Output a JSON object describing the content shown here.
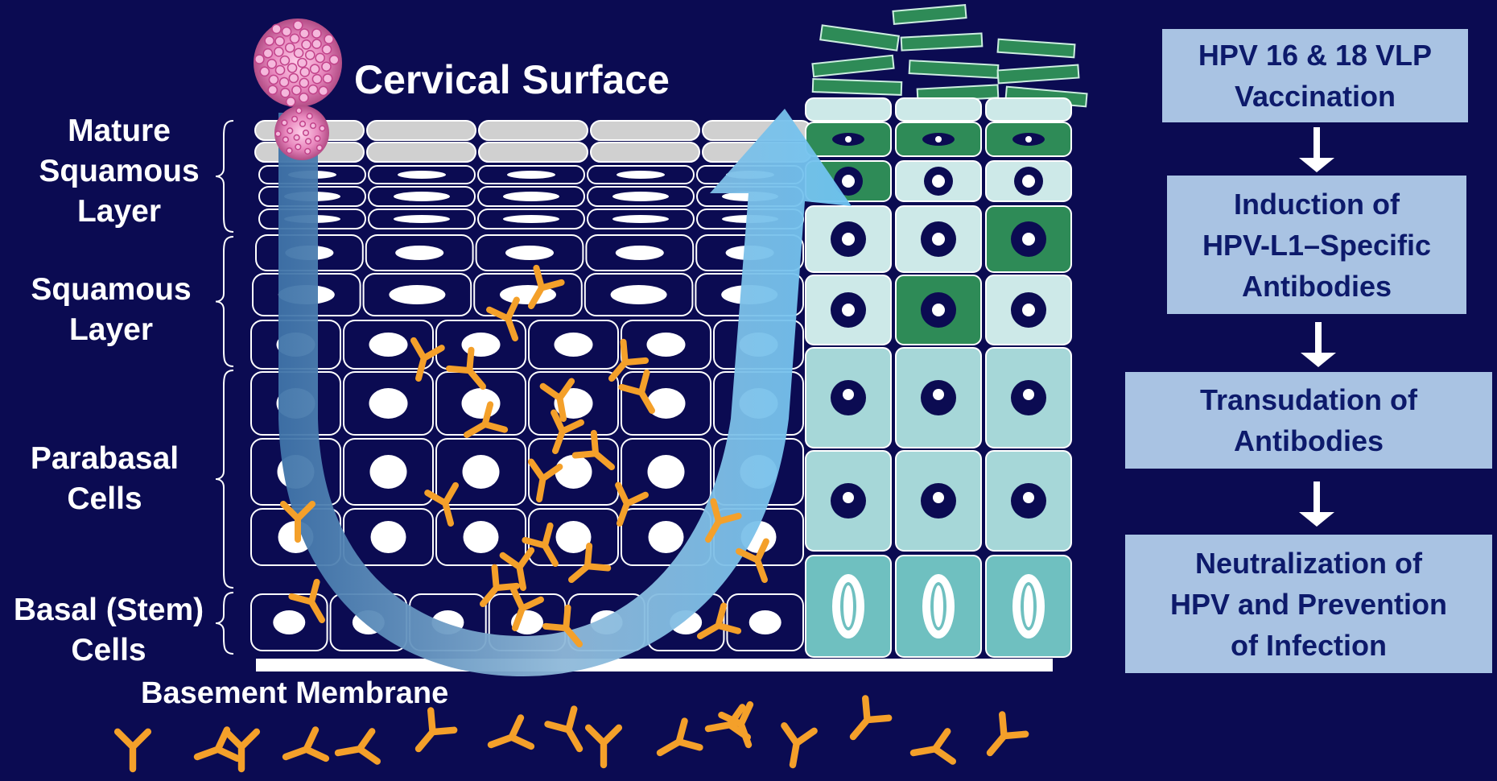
{
  "title": "Cervical Surface",
  "bottom_label": "Basement Membrane",
  "layers": [
    {
      "lines": [
        "Mature",
        "Squamous",
        "Layer"
      ]
    },
    {
      "lines": [
        "Squamous",
        "Layer"
      ]
    },
    {
      "lines": [
        "Parabasal",
        "Cells"
      ]
    },
    {
      "lines": [
        "Basal (Stem)",
        "Cells"
      ]
    }
  ],
  "steps": [
    {
      "lines": [
        "HPV 16 & 18 VLP",
        "Vaccination"
      ]
    },
    {
      "lines": [
        "Induction of",
        "HPV-L1–Specific",
        "Antibodies"
      ]
    },
    {
      "lines": [
        "Transudation of",
        "Antibodies"
      ]
    },
    {
      "lines": [
        "Neutralization of",
        "HPV and Prevention",
        "of Infection"
      ]
    }
  ],
  "colors": {
    "background": "#0b0b52",
    "cell_fill": "#0b0b52",
    "cell_stroke": "#ffffff",
    "antibody": "#f4a02a",
    "infected_green": "#2e8b57",
    "healthy_cell": "#cde9e8",
    "basal_cell": "#6fc0c0",
    "arrow_dark": "#4a7fb0",
    "arrow_light": "#8ecdf2",
    "box": "#a9c3e3",
    "box_text": "#0d1a6b",
    "virus_pink": "#e87fb9"
  },
  "icons": [
    "hpv-virus-icon",
    "antibody-icon",
    "down-arrow-icon"
  ]
}
